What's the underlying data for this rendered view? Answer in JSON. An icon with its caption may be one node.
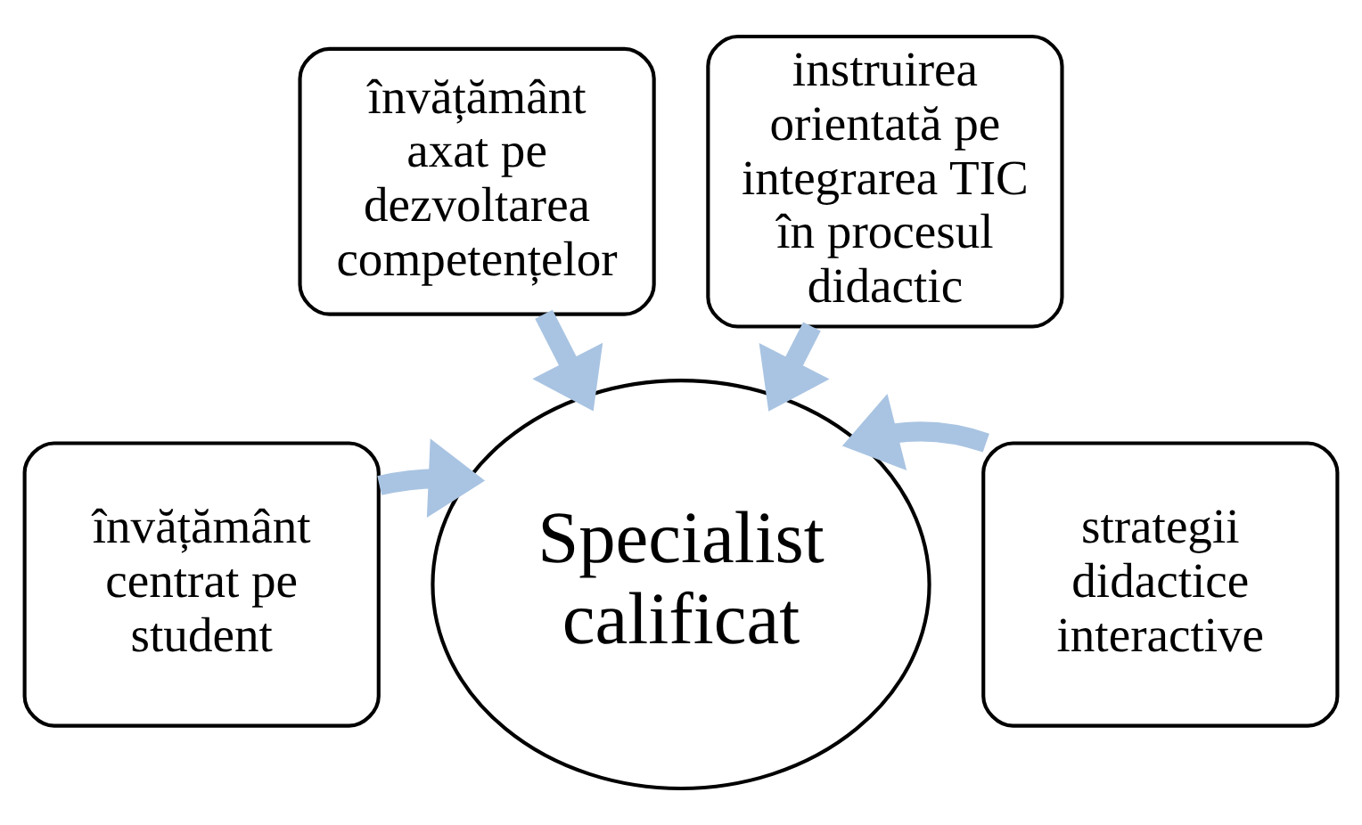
{
  "diagram": {
    "nodes": [
      {
        "text": [
          "învățământ axat pe dezvoltarea competențelor"
        ]
      },
      {
        "text": [
          "instruirea orientată pe integrarea TIC în procesul didactic"
        ]
      },
      {
        "text": [
          "învățământ centrat pe student"
        ]
      },
      {
        "text": [
          "strategii didactice interactive"
        ]
      },
      {
        "text": [
          "Specialist calificat"
        ]
      }
    ],
    "edges": [
      {
        "from": 0,
        "to": 4,
        "arrow": "to"
      },
      {
        "from": 1,
        "to": 4,
        "arrow": "to"
      },
      {
        "from": 2,
        "to": 4,
        "arrow": "to"
      },
      {
        "from": 3,
        "to": 4,
        "arrow": "to"
      }
    ]
  }
}
